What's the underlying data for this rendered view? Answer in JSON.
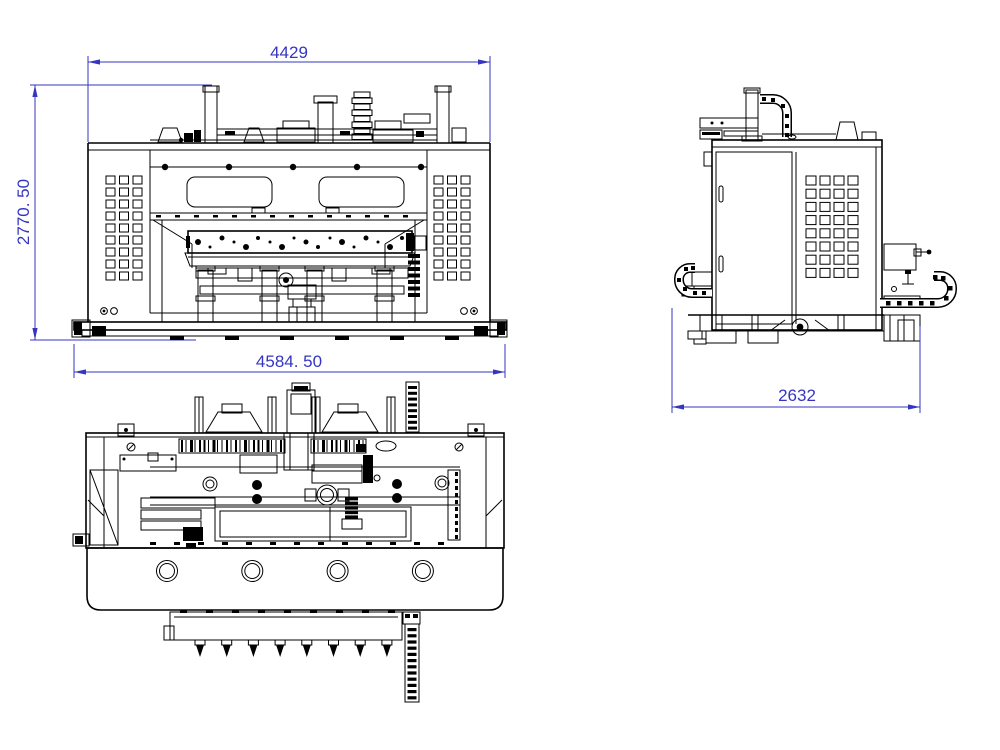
{
  "drawing": {
    "type": "cad-three-view-machine-drawing",
    "background": "#ffffff",
    "line_color": "#000000",
    "dimension_color": "#3535c2",
    "views": {
      "front": {
        "name": "front-view",
        "dim_width_top": "4429",
        "dim_height": "2770. 50",
        "dim_width_bottom": "4584. 50"
      },
      "side": {
        "name": "side-view",
        "dim_width": "2632"
      },
      "top": {
        "name": "top-view"
      }
    }
  }
}
